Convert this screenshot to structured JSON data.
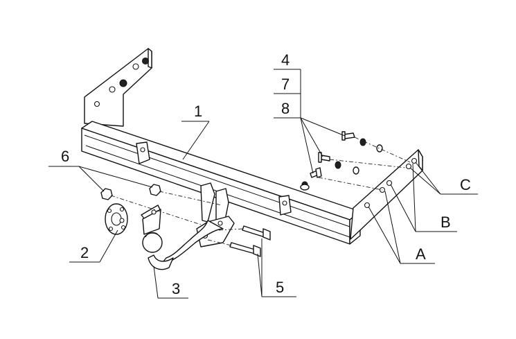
{
  "labels": {
    "l1": "1",
    "l2": "2",
    "l3": "3",
    "l4": "4",
    "l5": "5",
    "l6": "6",
    "l7": "7",
    "l8": "8",
    "lA": "A",
    "lB": "B",
    "lC": "C"
  }
}
